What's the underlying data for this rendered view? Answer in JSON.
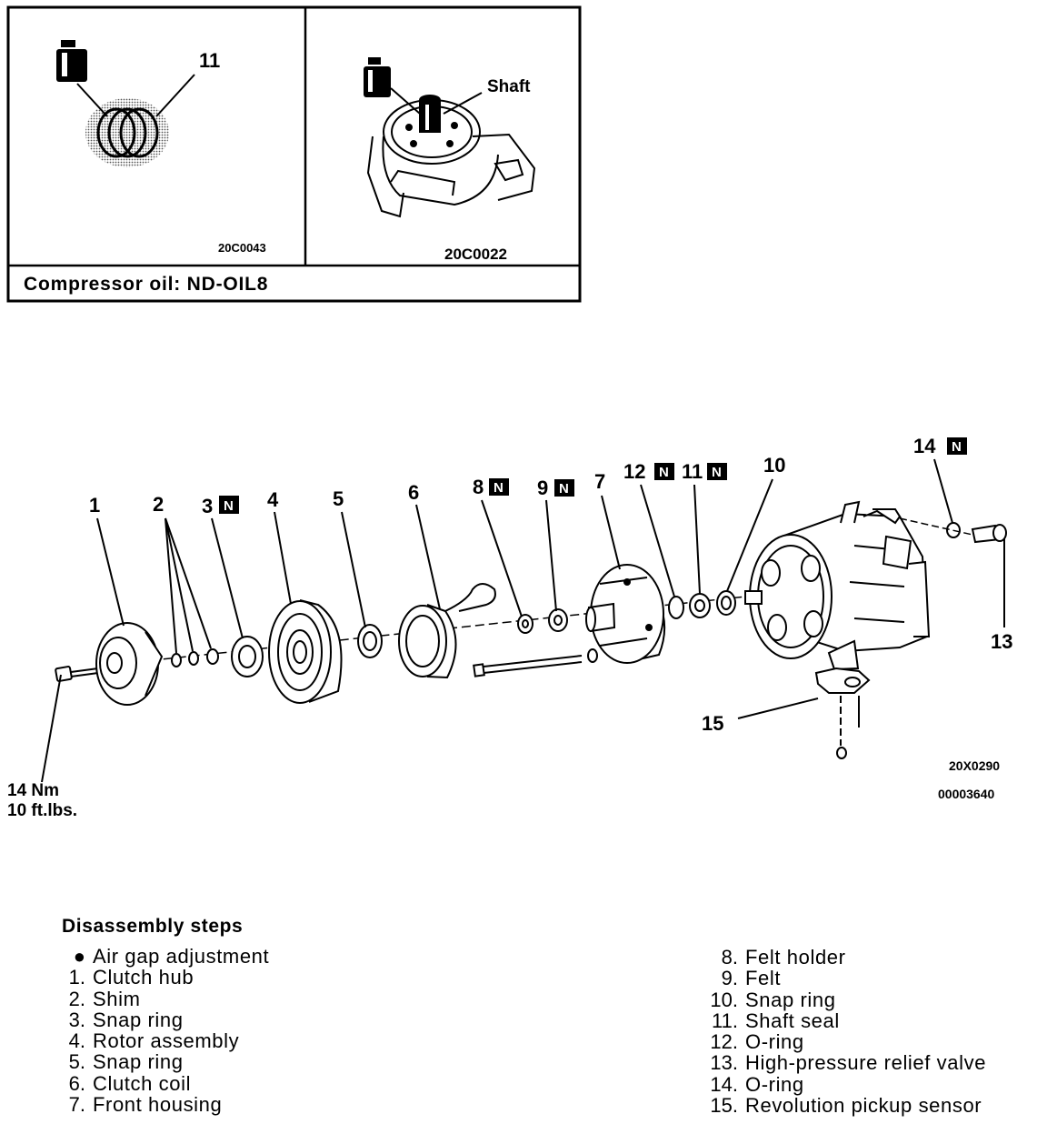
{
  "inset": {
    "left_callout": "11",
    "left_code": "20C0043",
    "right_callout": "Shaft",
    "right_code": "20C0022",
    "caption": "Compressor oil: ND-OIL8"
  },
  "diagram": {
    "callouts": [
      "1",
      "2",
      "3",
      "4",
      "5",
      "6",
      "8",
      "9",
      "7",
      "12",
      "11",
      "10",
      "14",
      "13",
      "15"
    ],
    "new_part_mark": "N",
    "torque_value": "14 Nm",
    "torque_imperial": "10 ft.lbs.",
    "code_1": "20X0290",
    "code_2": "00003640"
  },
  "steps": {
    "title": "Disassembly steps",
    "left": [
      {
        "num": "●",
        "label": "Air gap adjustment"
      },
      {
        "num": "1.",
        "label": "Clutch hub"
      },
      {
        "num": "2.",
        "label": "Shim"
      },
      {
        "num": "3.",
        "label": "Snap ring"
      },
      {
        "num": "4.",
        "label": "Rotor assembly"
      },
      {
        "num": "5.",
        "label": "Snap ring"
      },
      {
        "num": "6.",
        "label": "Clutch coil"
      },
      {
        "num": "7.",
        "label": "Front housing"
      }
    ],
    "right": [
      {
        "num": "8.",
        "label": "Felt holder"
      },
      {
        "num": "9.",
        "label": "Felt"
      },
      {
        "num": "10.",
        "label": "Snap ring"
      },
      {
        "num": "11.",
        "label": "Shaft seal"
      },
      {
        "num": "12.",
        "label": "O-ring"
      },
      {
        "num": "13.",
        "label": "High-pressure relief valve"
      },
      {
        "num": "14.",
        "label": "O-ring"
      },
      {
        "num": "15.",
        "label": "Revolution pickup sensor"
      }
    ]
  }
}
